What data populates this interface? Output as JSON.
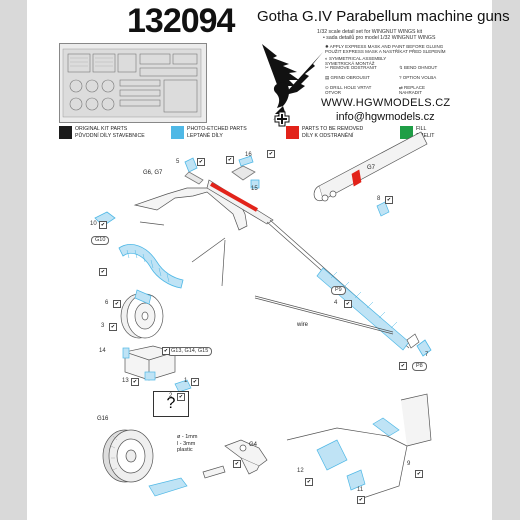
{
  "header": {
    "code": "132094",
    "title": "Gotha G.IV Parabellum machine guns",
    "subtitle_en": "1/32 scale detail set for WINGNUT WINGS kit",
    "subtitle_cz": "• sada detailů pro model 1/32 WINGNUT WINGS",
    "website": "WWW.HGWMODELS.CZ",
    "email": "info@hgwmodels.cz"
  },
  "symbols": [
    {
      "icon": "star-icon",
      "text": "APPLY EXPRESS MASK AND PAINT BEFORE GLUING POUŽIT EXPRESS MASK A NASTŘÍKAT PŘED SLEPENÍM"
    },
    {
      "icon": "mirror-icon",
      "text": "SYMMETRICAL ASSEMBLY SYMETRICKÁ MONTÁŽ"
    },
    {
      "icon": "remove-icon",
      "text": "REMOVE ODSTRANIT"
    },
    {
      "icon": "grind-icon",
      "text": "GRIND OBROUSIT"
    },
    {
      "icon": "drill-icon",
      "text": "DRILL HOLE VRTAT OTVOR"
    },
    {
      "icon": "bend-icon",
      "text": "BEND OHNOUT"
    },
    {
      "icon": "option-icon",
      "text": "OPTION VOLBA"
    },
    {
      "icon": "replace-icon",
      "text": "REPLACE NAHRADIT"
    }
  ],
  "legend": [
    {
      "color": "#1b1b1b",
      "line1": "ORIGINAL KIT PARTS",
      "line2": "PŮVODNÍ DÍLY STAVEBNICE"
    },
    {
      "color": "#4fb8e6",
      "line1": "PHOTO-ETCHED PARTS",
      "line2": "LEPTANÉ DÍLY"
    },
    {
      "color": "#e2231a",
      "line1": "PARTS TO BE REMOVED",
      "line2": "DÍLY K ODSTRANĚNÍ"
    },
    {
      "color": "#1f9e46",
      "line1": "FILL",
      "line2": "TMELIT"
    }
  ],
  "labels": {
    "g6g7": "G6, G7",
    "g7": "G7",
    "g10": "G10",
    "p9": "P9",
    "p8": "P8",
    "wire": "wire",
    "g13": "G13, G14, G15",
    "g16": "G16",
    "g4": "G4",
    "wire_spec": "ø - 1mm\nl - 3mm\nplastic",
    "question": "?"
  },
  "parts": [
    "1",
    "2",
    "3",
    "4",
    "5",
    "6",
    "7",
    "8",
    "9",
    "10",
    "11",
    "12",
    "13",
    "14",
    "15",
    "16"
  ]
}
